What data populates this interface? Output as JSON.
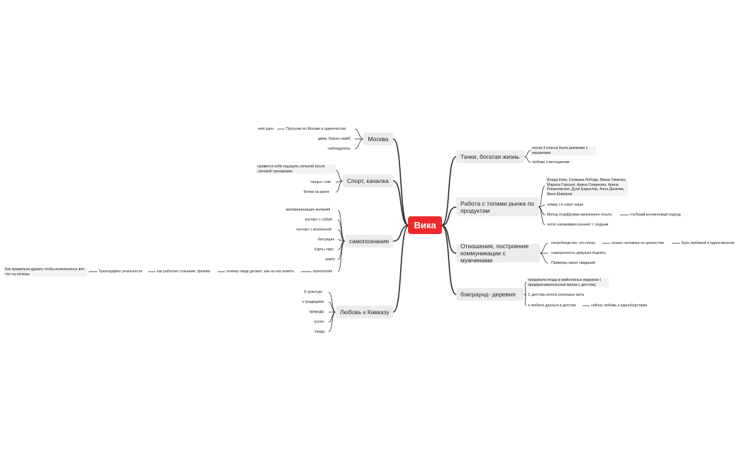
{
  "center": {
    "label": "Вика"
  },
  "topics": {
    "moskva": {
      "label": "Москва",
      "children": [
        "моё дзен",
        "Прогулки по Москве в одиночестве",
        "движ, бизнес-майб",
        "наблюдатель"
      ]
    },
    "sport": {
      "label": "Спорт, качалка",
      "children": [
        "нравится себя ощущать сильной после силовой тренировки",
        "танцы+ секс",
        "Фотки на ринге"
      ]
    },
    "samopoznanie": {
      "label": "самопознание",
      "children": [
        "материализация желаний",
        "контакт с собой",
        "контакт с вселенной",
        "Интуиция",
        "Карты таро",
        "книги",
        "психология",
        "почему люди делают, как на них влиять",
        "как работает сознание, физика",
        "Трансерфинг реальности",
        "Как правильно думать чтобы исполнялось все что ты хочешь"
      ]
    },
    "kavkaz": {
      "label": "Любовь к Кавказу",
      "children": [
        "К культуре",
        "к традициям",
        "природа",
        "кухня",
        "танцы"
      ]
    },
    "tachki": {
      "label": "Тачки, богатая жизнь",
      "children": [
        "после 3 класса были дневники с машинами",
        "любовь к мотоциклам"
      ]
    },
    "rabota": {
      "label": "Работа с топами рынка по продуктам",
      "children": [
        "Влада Коко, Снежана Лобода, Миша Тимочко, Марина Горская, Арина Смирнова, Арина Романовская, Дуня Евдоклер, Анна Данкова, Анна Шаверни",
        "номер I в совет нише",
        "Метод отцифровки жизненного опыта",
        "глубокий коучинговый подход",
        "легко налаживаю коннект с людьми"
      ]
    },
    "otnosheniya": {
      "label": "Отношения, построение коммуникации с мужчинами",
      "children": [
        "потреблядство- это плохо",
        "искать человека по ценностям",
        "быть любимой и единственной",
        "самоценность девушек поднять",
        "Примеры своих свиданий"
      ]
    },
    "bekgraund": {
      "label": "бэкграунд- деревня",
      "children": [
        "продавала ягоды в майонезных ведерках ( предпринимательская жилка с детства)",
        "С детства хотела роскошно жить",
        "я любила драться в детстве",
        "сейчас любовь к единоборствам"
      ]
    }
  },
  "colors": {
    "center": "#f0282d",
    "topic_bg": "#ececec",
    "line": "#2b2b2b"
  }
}
